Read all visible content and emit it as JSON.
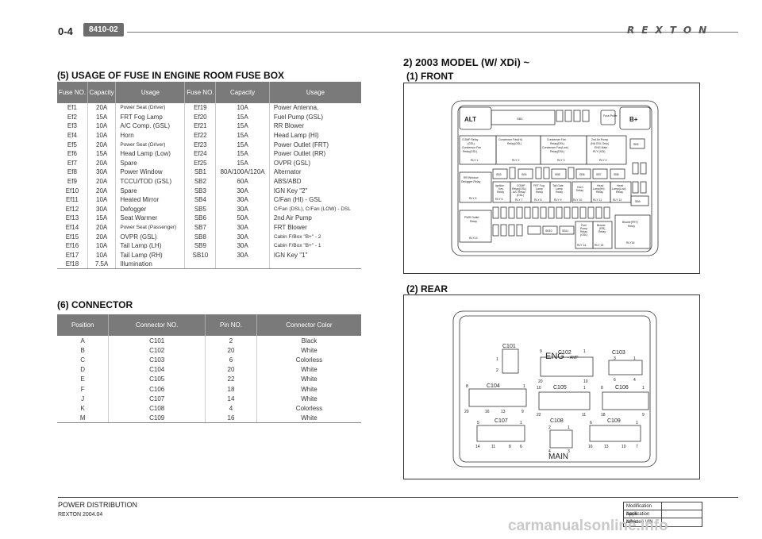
{
  "header": {
    "page_number": "0-4",
    "section_code": "8410-02",
    "brand": "REXTON"
  },
  "fuse_section": {
    "title": "(5) USAGE OF FUSE IN ENGINE ROOM FUSE BOX",
    "columns": [
      "Fuse NO.",
      "Capacity",
      "Usage",
      "Fuse NO.",
      "Capacity",
      "Usage"
    ],
    "rows": [
      [
        "Ef1",
        "20A",
        "Power Seat (Driver)",
        "Ef19",
        "10A",
        "Power Antenna,"
      ],
      [
        "Ef2",
        "15A",
        "FRT Fog Lamp",
        "Ef20",
        "15A",
        "Fuel Pump (GSL)"
      ],
      [
        "Ef3",
        "10A",
        "A/C Comp. (GSL)",
        "Ef21",
        "15A",
        "RR Blower"
      ],
      [
        "Ef4",
        "10A",
        "Horn",
        "Ef22",
        "15A",
        "Head Lamp (HI)"
      ],
      [
        "Ef5",
        "20A",
        "Power Seat (Driver)",
        "Ef23",
        "15A",
        "Power Outlet (FRT)"
      ],
      [
        "Ef6",
        "15A",
        "Head Lamp (Low)",
        "Ef24",
        "15A",
        "Power Outlet (RR)"
      ],
      [
        "Ef7",
        "20A",
        "Spare",
        "Ef25",
        "15A",
        "OVPR (GSL)"
      ],
      [
        "Ef8",
        "30A",
        "Power Window",
        "SB1",
        "80A/100A/120A",
        "Alternator"
      ],
      [
        "Ef9",
        "20A",
        "TCCU/TOD (GSL)",
        "SB2",
        "60A",
        "ABS/ABD"
      ],
      [
        "Ef10",
        "20A",
        "Spare",
        "SB3",
        "30A",
        "IGN Key \"2\""
      ],
      [
        "Ef11",
        "10A",
        "Heated Mirror",
        "SB4",
        "30A",
        "C/Fan (HI) - GSL"
      ],
      [
        "Ef12",
        "30A",
        "Defogger",
        "SB5",
        "30A",
        "C/Fan (DSL), C/Fan (LOW) - DSL"
      ],
      [
        "Ef13",
        "15A",
        "Seat Warmer",
        "SB6",
        "50A",
        "2nd Air Pump"
      ],
      [
        "Ef14",
        "20A",
        "Power Seat (Passenger)",
        "SB7",
        "30A",
        "FRT Blower"
      ],
      [
        "Ef15",
        "20A",
        "OVPR (GSL)",
        "SB8",
        "30A",
        "Cabin F/Box \"B+\" - 2"
      ],
      [
        "Ef16",
        "10A",
        "Tail Lamp (LH)",
        "SB9",
        "30A",
        "Cabin F/Box \"B+\" - 1"
      ],
      [
        "Ef17",
        "10A",
        "Tail Lamp (RH)",
        "SB10",
        "30A",
        "IGN Key \"1\""
      ],
      [
        "Ef18",
        "7.5A",
        "Illumination",
        "",
        "",
        ""
      ]
    ]
  },
  "connector_section": {
    "title": "(6) CONNECTOR",
    "columns": [
      "Position",
      "Connector NO.",
      "Pin NO.",
      "Connector Color"
    ],
    "rows": [
      [
        "A",
        "C101",
        "2",
        "Black"
      ],
      [
        "B",
        "C102",
        "20",
        "White"
      ],
      [
        "C",
        "C103",
        "6",
        "Colorless"
      ],
      [
        "D",
        "C104",
        "20",
        "White"
      ],
      [
        "E",
        "C105",
        "22",
        "White"
      ],
      [
        "F",
        "C106",
        "18",
        "White"
      ],
      [
        "J",
        "C107",
        "14",
        "White"
      ],
      [
        "K",
        "C108",
        "4",
        "Colorless"
      ],
      [
        "M",
        "C109",
        "16",
        "White"
      ]
    ]
  },
  "model_section": {
    "title": "2) 2003 MODEL (W/ XDi) ~"
  },
  "front": {
    "title": "(1) FRONT",
    "labels": {
      "alt": "ALT",
      "bplus": "B+",
      "sb1": "SB1",
      "fuse_puller": "Fuse Puller",
      "sb2": "SB2",
      "sb3": "SB3",
      "sb4": "SB4",
      "sb5": "SB5",
      "sb6": "SB6",
      "sb7": "SB7",
      "sb8": "SB8",
      "sb9": "SB9",
      "sb10": "SB10",
      "sb11": "SB11",
      "rly1": "RLY 1",
      "rly2": "RLY 2",
      "rly3": "RLY 3",
      "rly4": "RLY 4",
      "rly5": "RLY 5",
      "rly6": "RLY 6",
      "rly7": "RLY 7",
      "rly8": "RLY 8",
      "rly9": "RLY 9",
      "rly10": "RLY 10",
      "rly11": "RLY 11",
      "rly12": "RLY 12",
      "rly13": "RLY13",
      "rly14": "RLY 14",
      "rly15": "RLY 15",
      "rly16": "RLY16",
      "r1a": "COMP Relay",
      "r1b": "(GSL)",
      "r1c": "Condensor Fan",
      "r1d": "Relay(GSL)",
      "r2a": "Condenser Fan(HI)",
      "r2b": "Relay(GSL)",
      "r3a": "Condenser Fan",
      "r3b": "Relay(DSL)",
      "r3c": "Condenser Fan(Low)",
      "r3d": "Relay(DSL)",
      "r4a": "2nd Air Pump",
      "r4b": "(NA GSL Only)",
      "r4c": "ENG Main",
      "r4d": "RLY (XDi)",
      "r5a": "RR Window",
      "r5b": "Defogger Relay",
      "r6a": "Ignition",
      "r6b": "Key",
      "r6c": "Relay",
      "r7a": "COMP",
      "r7b": "Relay(GSL)",
      "r7c": "A/C Relay",
      "r7d": "(DSL)",
      "r8a": "FRT Fog",
      "r8b": "Lamp",
      "r8c": "Relay",
      "r9a": "Tail Gate",
      "r9b": "Lamp",
      "r9c": "Relay",
      "r10a": "Horn",
      "r10b": "Relay",
      "r11a": "Head",
      "r11b": "Lamp(HI)",
      "r11c": "Relay",
      "r12a": "Head",
      "r12b": "Lamp(Low)",
      "r12c": "Relay",
      "r13a": "PWR Outlet",
      "r13b": "Relay",
      "r14a": "Fuel",
      "r14b": "Pump",
      "r14c": "Relay",
      "r14d": "(GSL)",
      "r15a": "Blower",
      "r15b": "(RR)",
      "r15c": "Relay",
      "r16a": "Blower(FRT)",
      "r16b": "Relay"
    }
  },
  "rear": {
    "title": "(2) REAR",
    "eng": "ENG",
    "amp": "- AMP",
    "main": "MAIN",
    "connectors": {
      "c101": "C101",
      "c102": "C102",
      "c103": "C103",
      "c104": "C104",
      "c105": "C105",
      "c106": "C106",
      "c107": "C107",
      "c108": "C108",
      "c109": "C109"
    },
    "pins": {
      "c101_1": "1",
      "c101_2": "2",
      "c102_9": "9",
      "c102_1": "1",
      "c102_20": "20",
      "c102_10": "10",
      "c103_3": "3",
      "c103_1": "1",
      "c103_6": "6",
      "c103_4": "4",
      "c104_8": "8",
      "c104_1": "1",
      "c104_20": "20",
      "c104_16": "16",
      "c104_13": "13",
      "c104_9": "9",
      "c105_10": "10",
      "c105_1": "1",
      "c105_22": "22",
      "c105_11": "11",
      "c106_8": "8",
      "c106_1": "1",
      "c106_18": "18",
      "c106_9": "9",
      "c107_5": "5",
      "c107_1": "1",
      "c107_14": "14",
      "c107_11": "11",
      "c107_8": "8",
      "c107_6": "6",
      "c108_2": "2",
      "c108_1": "1",
      "c108_4": "4",
      "c108_3": "3",
      "c109_6": "6",
      "c109_1": "1",
      "c109_16": "16",
      "c109_13": "13",
      "c109_10": "10",
      "c109_7": "7"
    }
  },
  "footer": {
    "title": "POWER DISTRIBUTION",
    "subtitle": "REXTON 2004.04",
    "info": [
      "Modification basis",
      "Application basis",
      "Affected VIN"
    ],
    "watermark": "carmanualsonline.info"
  }
}
